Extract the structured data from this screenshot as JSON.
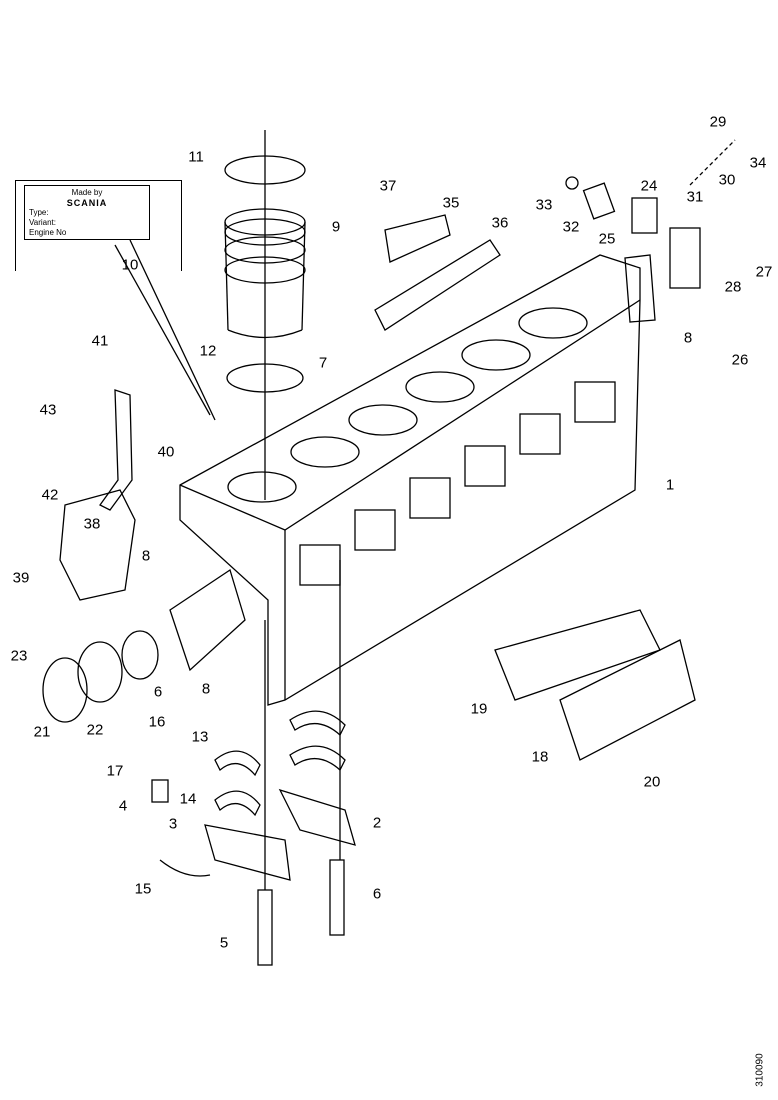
{
  "diagram": {
    "type_plate": {
      "made_by": "Made by",
      "logo": "SCANIA",
      "type_label": "Type:",
      "variant_label": "Variant:",
      "engine_no_label": "Engine No"
    },
    "drawing_number": "310090",
    "callouts": [
      "11",
      "9",
      "37",
      "35",
      "36",
      "33",
      "32",
      "24",
      "29",
      "34",
      "30",
      "31",
      "25",
      "27",
      "28",
      "12",
      "7",
      "8",
      "26",
      "41",
      "43",
      "40",
      "42",
      "1",
      "38",
      "8",
      "39",
      "23",
      "6",
      "8",
      "21",
      "22",
      "16",
      "19",
      "13",
      "17",
      "18",
      "20",
      "14",
      "4",
      "3",
      "2",
      "15",
      "6",
      "5",
      "10"
    ]
  }
}
